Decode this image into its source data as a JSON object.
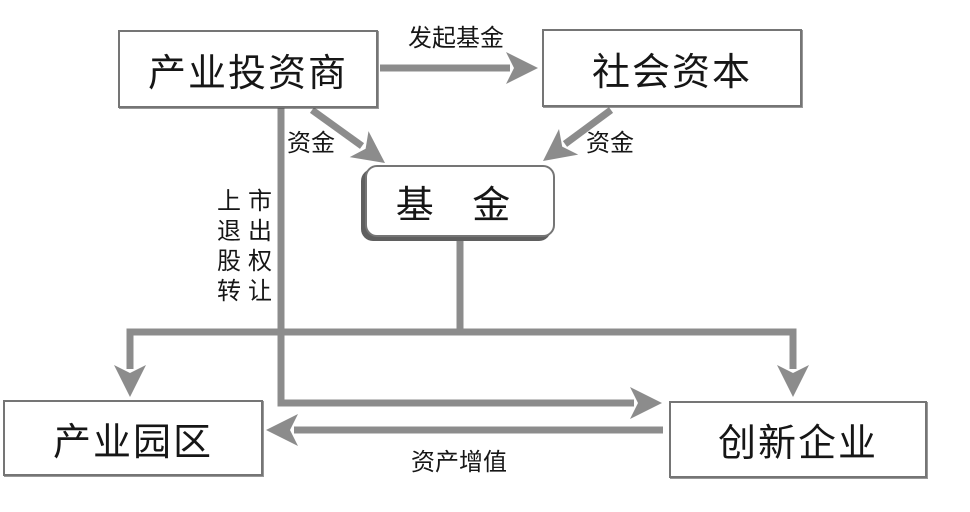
{
  "diagram": {
    "title": "",
    "colors": {
      "background": "#ffffff",
      "arrow": "#8c8c8c",
      "box_border": "#757575",
      "fund_box_shadow": "#5f5f5f",
      "text": "#161616"
    },
    "nodes": {
      "investor": {
        "label": "产业投资商"
      },
      "capital": {
        "label": "社会资本"
      },
      "fund": {
        "label": "基 金"
      },
      "park": {
        "label": "产业园区"
      },
      "enterprise": {
        "label": "创新企业"
      }
    },
    "edges": {
      "initiate_fund": {
        "label": "发起基金",
        "from": "产业投资商",
        "to": "社会资本"
      },
      "investor_to_fund": {
        "label": "资金",
        "from": "产业投资商",
        "to": "基金"
      },
      "capital_to_fund": {
        "label": "资金",
        "from": "社会资本",
        "to": "基金"
      },
      "exit_transfer": {
        "label": "上市退出股权转让",
        "lines": [
          "上市",
          "退出",
          "股权",
          "转让"
        ],
        "from": "产业投资商",
        "to": "创新企业"
      },
      "fund_to_park": {
        "label": "",
        "from": "基金",
        "to": "产业园区"
      },
      "fund_to_enterprise": {
        "label": "",
        "from": "基金",
        "to": "创新企业"
      },
      "asset_appreciation": {
        "label": "资产增值",
        "from": "创新企业",
        "to": "产业园区"
      }
    }
  }
}
